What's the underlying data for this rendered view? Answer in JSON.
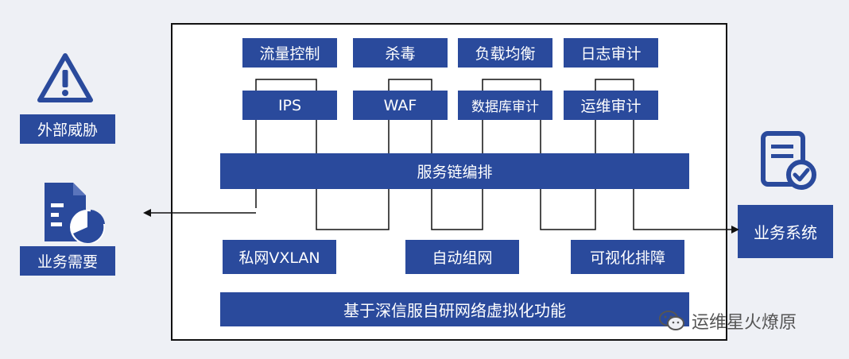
{
  "left": {
    "threat_label": "外部威胁",
    "needs_label": "业务需要"
  },
  "right": {
    "system_label": "业务系统"
  },
  "center": {
    "row1": [
      "流量控制",
      "杀毒",
      "负载均衡",
      "日志审计"
    ],
    "row2": [
      "IPS",
      "WAF",
      "数据库审计",
      "运维审计"
    ],
    "chain": "服务链编排",
    "row3": [
      "私网VXLAN",
      "自动组网",
      "可视化排障"
    ],
    "base": "基于深信服自研网络虚拟化功能"
  },
  "watermark": "运维星火燎原",
  "icons": {
    "threat": "warning-triangle-icon",
    "needs": "document-chart-icon",
    "system": "document-check-icon",
    "wechat": "wechat-icon"
  },
  "colors": {
    "box": "#2a4a9c",
    "background": "#eef0f5",
    "frame": "#ffffff"
  }
}
